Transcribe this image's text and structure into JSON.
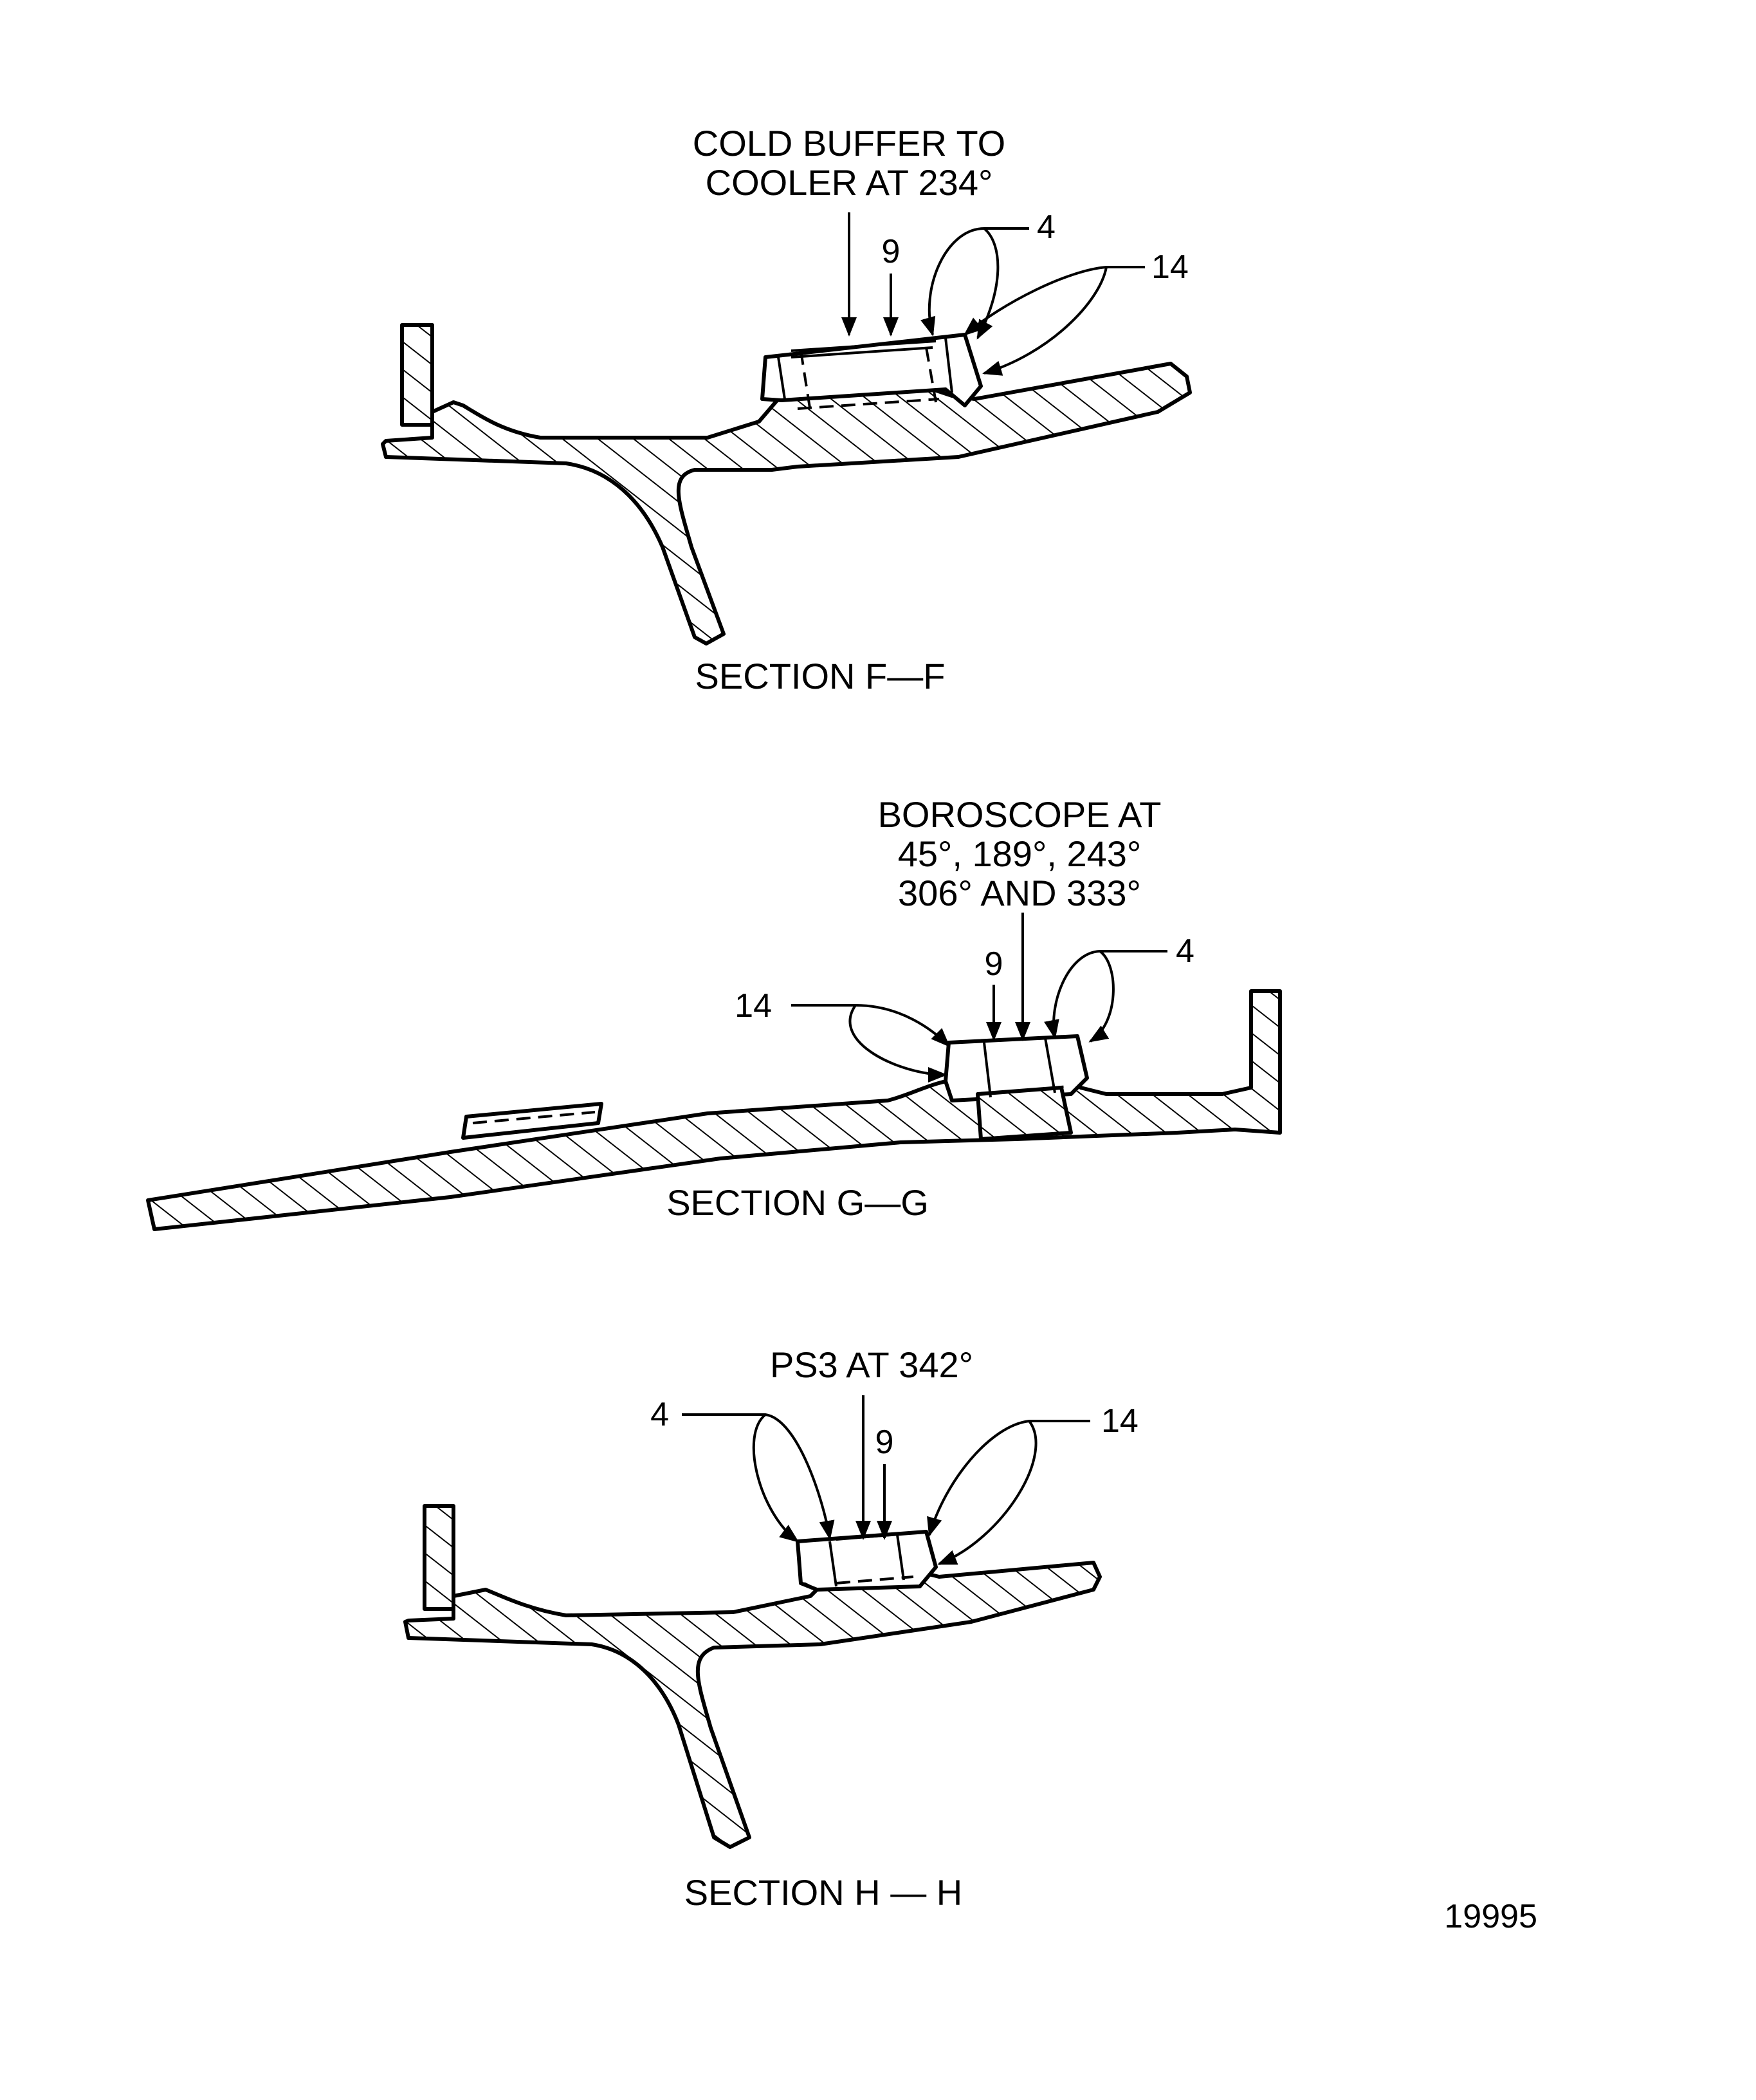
{
  "sections": [
    {
      "id": "f",
      "title": "SECTION F—F",
      "note": [
        "COLD BUFFER TO",
        "COOLER AT 234°"
      ],
      "callouts": {
        "item_a": "9",
        "item_b": "4",
        "item_c": "14"
      }
    },
    {
      "id": "g",
      "title": "SECTION G—G",
      "note": [
        "BOROSCOPE AT",
        "45°, 189°, 243°",
        "306° AND 333°"
      ],
      "callouts": {
        "item_a": "9",
        "item_b": "4",
        "item_c": "14"
      }
    },
    {
      "id": "h",
      "title": "SECTION H — H",
      "note": [
        "PS3 AT 342°"
      ],
      "callouts": {
        "item_a": "9",
        "item_b": "4",
        "item_c": "14"
      }
    }
  ],
  "figure_number": "19995"
}
